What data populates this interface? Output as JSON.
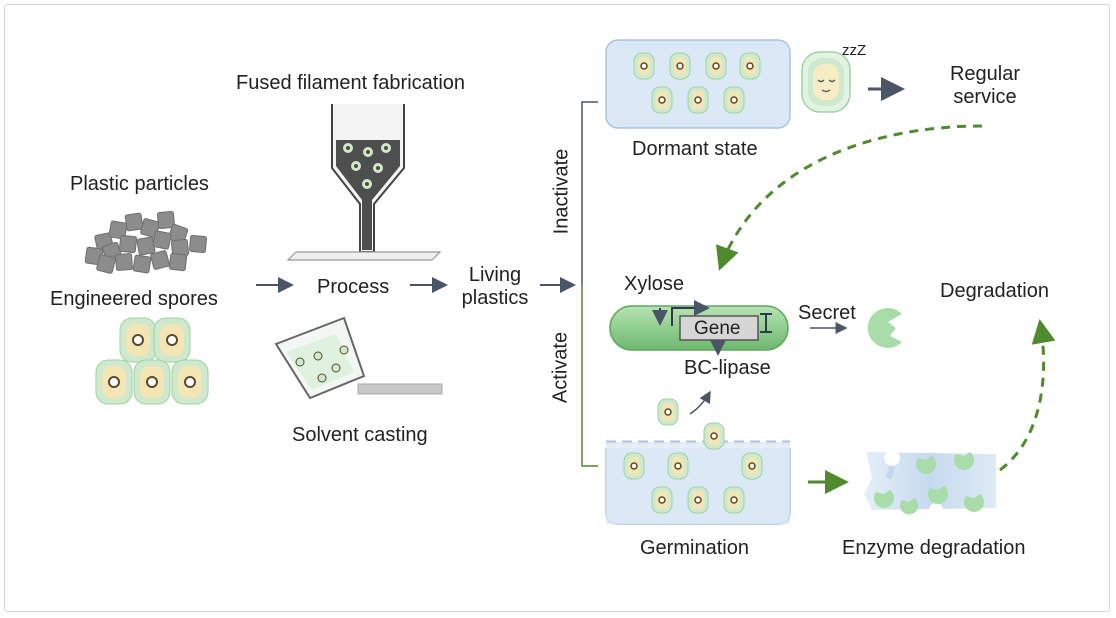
{
  "labels": {
    "fused_filament": "Fused filament fabrication",
    "plastic_particles": "Plastic particles",
    "engineered_spores": "Engineered spores",
    "process": "Process",
    "solvent_casting": "Solvent casting",
    "living_line1": "Living",
    "living_line2": "plastics",
    "inactivate": "Inactivate",
    "activate": "Activate",
    "dormant_state": "Dormant state",
    "sleep_z": "zzZ",
    "regular_line1": "Regular",
    "regular_line2": "service",
    "xylose": "Xylose",
    "gene": "Gene",
    "secret": "Secret",
    "bc_lipase": "BC-lipase",
    "degradation": "Degradation",
    "germination": "Germination",
    "enzyme_degradation": "Enzyme degradation"
  },
  "colors": {
    "spore_outer": "#cfe9cf",
    "spore_inner": "#f3e6b4",
    "cell_green": "#8fcf8f",
    "state_box": "#dbe8f5",
    "arrow_dark": "#4a5566",
    "arrow_green": "#4f8a2f",
    "particle": "#8c8c8c"
  }
}
